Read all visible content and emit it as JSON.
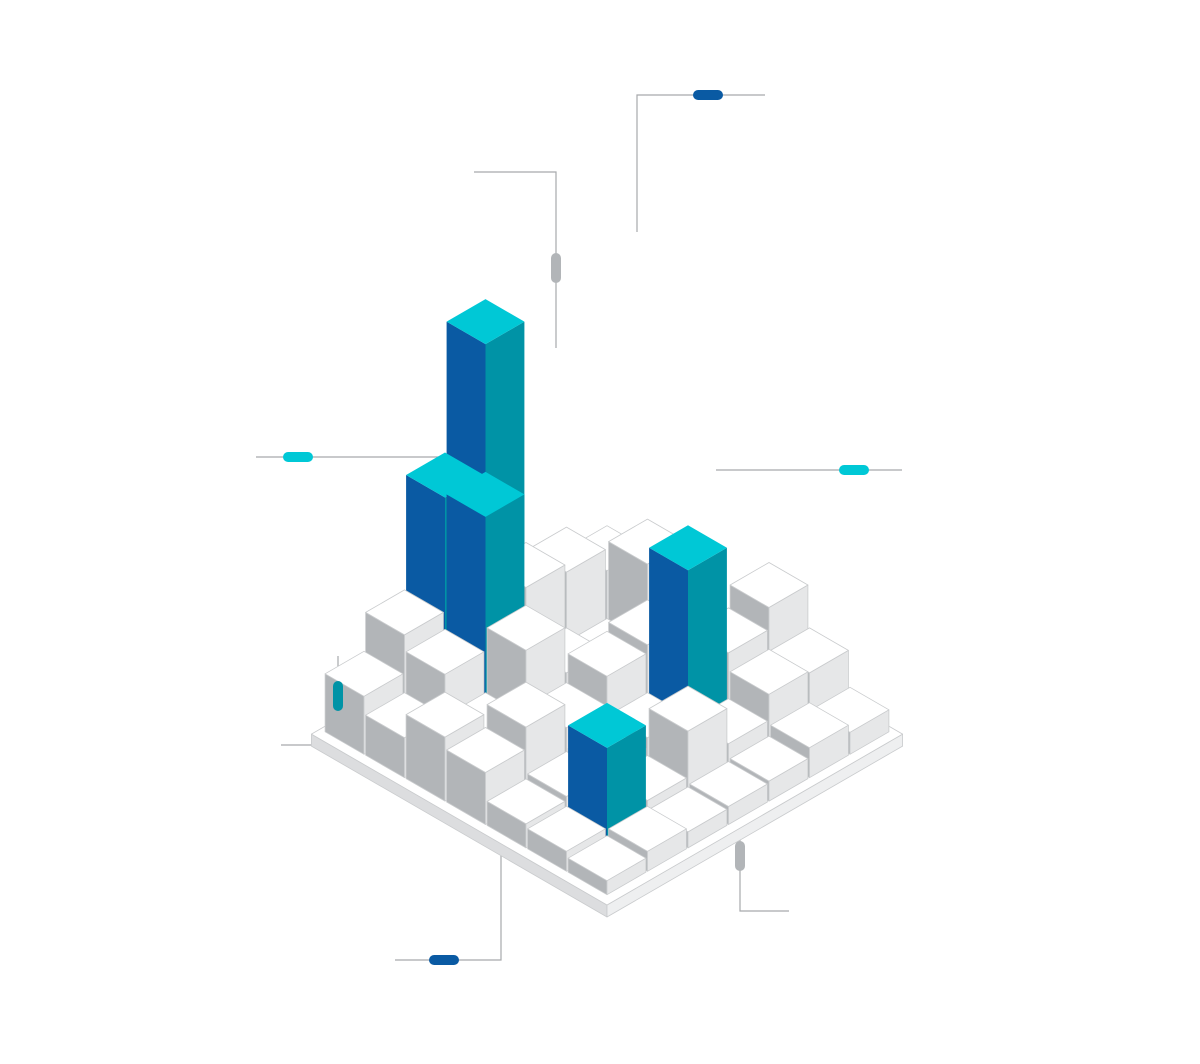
{
  "illustration": {
    "kind": "isometric-3d-bar-city",
    "background": "#ffffff",
    "palette": {
      "blue_left_face": "#0a5aa3",
      "teal_right_face": "#0093a6",
      "cyan_top_face": "#00c8d6",
      "grey_top_face": "#ffffff",
      "grey_left_face": "#b2b5b8",
      "grey_right_face": "#e6e7e8",
      "base_top": "#ffffff",
      "base_left": "#dcdddf",
      "base_right": "#eeeff0",
      "callout_line": "#a7a9ac",
      "marker_dark_blue": "#0a5aa3",
      "marker_cyan": "#00c8d6",
      "marker_teal": "#0093a6",
      "marker_grey": "#b2b5b8"
    },
    "highlighted_columns": 6,
    "callouts": 7
  }
}
